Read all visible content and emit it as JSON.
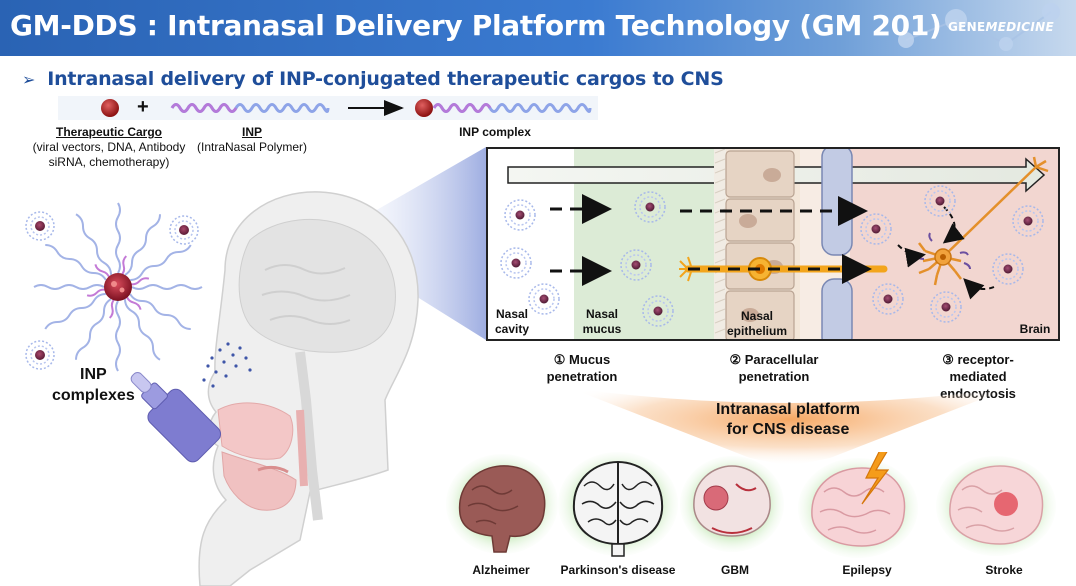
{
  "header": {
    "title": "GM-DDS : Intranasal Delivery Platform Technology (GM 201)",
    "logo_part1": "GENE",
    "logo_part2": "MEDICINE"
  },
  "subtitle": {
    "bullet": "➢",
    "text": "Intranasal delivery of INP-conjugated therapeutic cargos to CNS"
  },
  "equation": {
    "plus": "+",
    "cargo_title": "Therapeutic Cargo",
    "cargo_line1": "(viral vectors, DNA, Antibody",
    "cargo_line2": "siRNA, chemotherapy)",
    "inp_title": "INP",
    "inp_line1": "(IntraNasal Polymer)",
    "complex_label": "INP complex"
  },
  "left": {
    "inp_line1": "INP",
    "inp_line2": "complexes"
  },
  "panel": {
    "zones": [
      {
        "line1": "Nasal",
        "line2": "cavity"
      },
      {
        "line1": "Nasal",
        "line2": "mucus"
      },
      {
        "line1": "Nasal",
        "line2": "epithelium"
      },
      {
        "line1": "Brain",
        "line2": ""
      }
    ],
    "colors": {
      "mucus": "#dcebd6",
      "epithelium": "#f3e6d8",
      "brain": "#f2d6d0",
      "cavity": "#ffffff"
    }
  },
  "steps": [
    {
      "line1": "① Mucus",
      "line2": "penetration",
      "line3": ""
    },
    {
      "line1": "② Paracellular",
      "line2": "penetration",
      "line3": ""
    },
    {
      "line1": "③ receptor-",
      "line2": "mediated",
      "line3": "endocytosis"
    }
  ],
  "platform": {
    "line1": "Intranasal platform",
    "line2": "for CNS disease"
  },
  "diseases": [
    {
      "name": "Alzheimer"
    },
    {
      "name": "Parkinson's disease"
    },
    {
      "name": "GBM"
    },
    {
      "name": "Epilepsy"
    },
    {
      "name": "Stroke"
    }
  ]
}
